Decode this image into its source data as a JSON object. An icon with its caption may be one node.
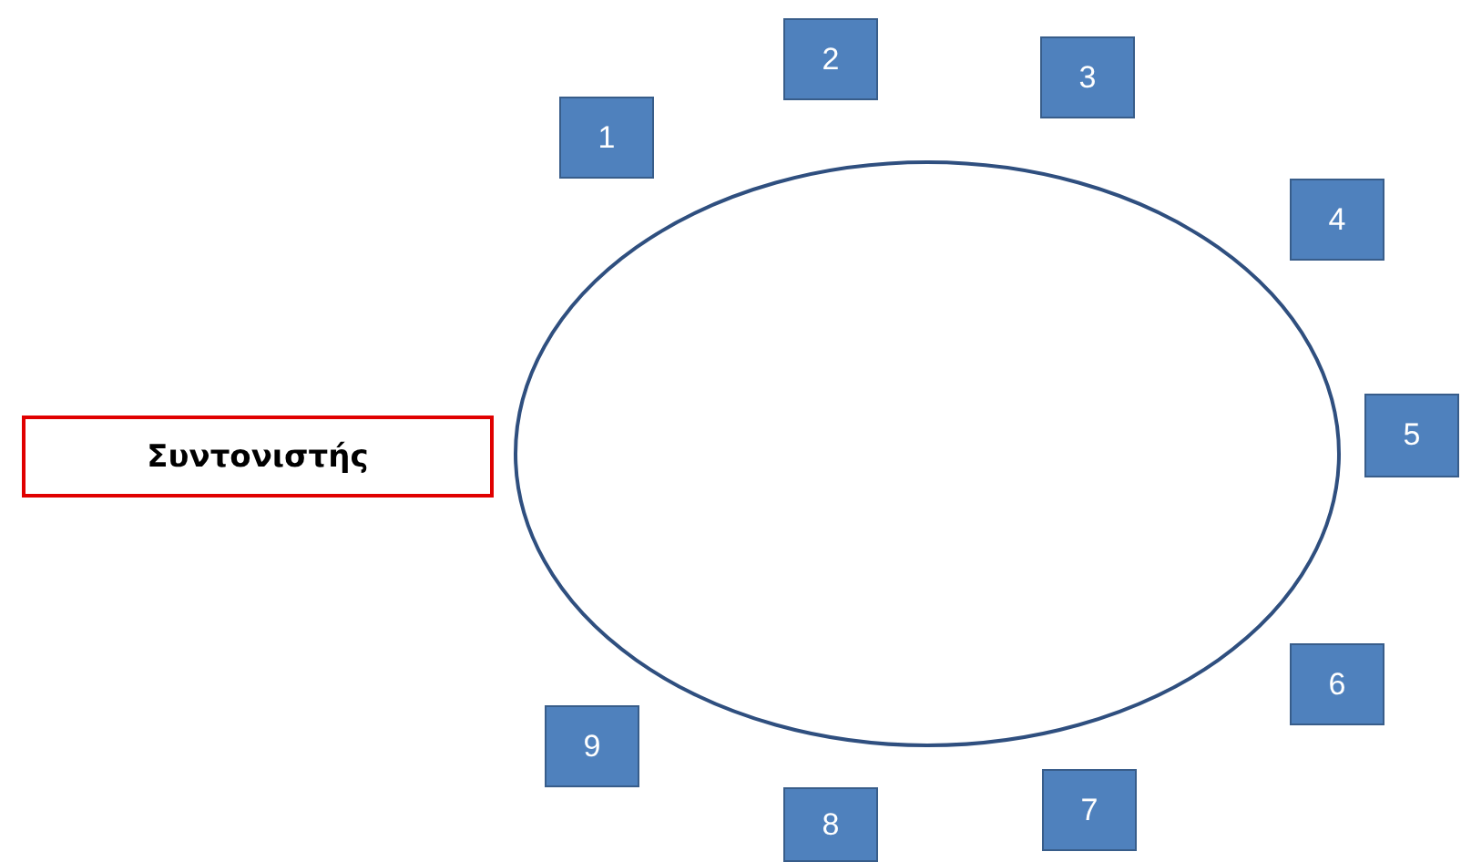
{
  "diagram": {
    "nodes": [
      {
        "text": [
          "1"
        ]
      },
      {
        "text": [
          "2"
        ]
      },
      {
        "text": [
          "3"
        ]
      },
      {
        "text": [
          "4"
        ]
      },
      {
        "text": [
          "5"
        ]
      },
      {
        "text": [
          "6"
        ]
      },
      {
        "text": [
          "7"
        ]
      },
      {
        "text": [
          "8"
        ]
      },
      {
        "text": [
          "9"
        ]
      },
      {
        "text": [
          "Συντονιστής"
        ]
      }
    ],
    "edges": []
  }
}
